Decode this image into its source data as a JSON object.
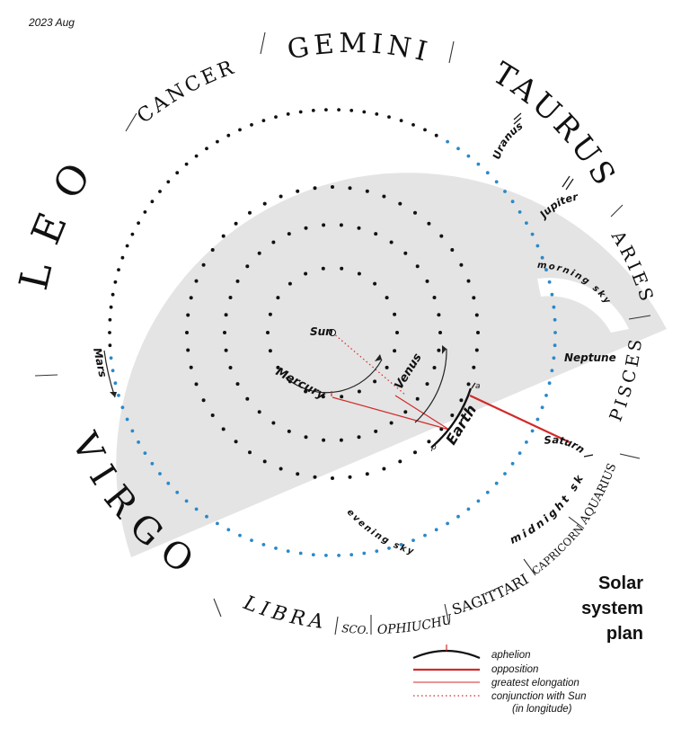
{
  "date": "2023 Aug",
  "title": [
    "Solar",
    "system",
    "plan"
  ],
  "sun_label": "Sun",
  "planets": [
    {
      "name": "Mercury"
    },
    {
      "name": "Venus"
    },
    {
      "name": "Earth"
    },
    {
      "name": "Mars"
    },
    {
      "name": "Jupiter"
    },
    {
      "name": "Saturn"
    },
    {
      "name": "Uranus"
    },
    {
      "name": "Neptune"
    }
  ],
  "constellations": [
    "GEMINI",
    "CANCER",
    "LEO",
    "VIRGO",
    "LIBRA",
    "SCO.",
    "OPHIUCHUS",
    "SAGITTARIUS",
    "CAPRICORNUS",
    "AQUARIUS",
    "PISCES",
    "ARIES",
    "TAURUS"
  ],
  "sky_labels": {
    "morning": "morning sky",
    "evening": "evening sky",
    "midnight": "midnight sky"
  },
  "legend": [
    {
      "label": "aphelion",
      "symbol": "aphelion",
      "color": "#111111"
    },
    {
      "label": "opposition",
      "symbol": "line",
      "color": "#d22a2a"
    },
    {
      "label": "greatest elongation",
      "symbol": "thin-line",
      "color": "#d22a2a"
    },
    {
      "label": "conjunction with Sun",
      "symbol": "dotted",
      "color": "#d22a2a"
    },
    {
      "label": "(in longitude)",
      "symbol": "none",
      "color": ""
    }
  ],
  "colors": {
    "night_side": "#e4e4e4",
    "orbit_dark": "#111111",
    "orbit_light": "#2a88c8",
    "event_red": "#d22a2a"
  }
}
